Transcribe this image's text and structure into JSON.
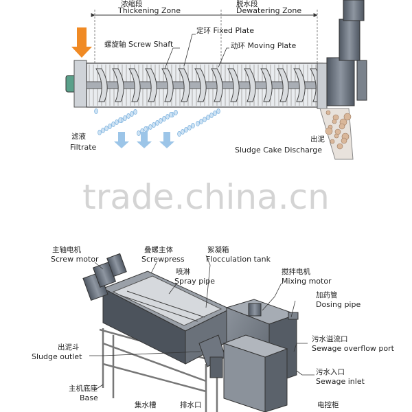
{
  "top": {
    "thickening_cn": "浓缩段",
    "thickening_en": "Thickening Zone",
    "dewatering_cn": "脱水段",
    "dewatering_en": "Dewatering Zone",
    "screw_shaft_cn": "螺旋轴",
    "screw_shaft_en": "Screw Shaft",
    "fixed_plate_cn": "定环",
    "fixed_plate_en": "Fixed Plate",
    "moving_plate_cn": "动环",
    "moving_plate_en": "Moving Plate",
    "filtrate_cn": "滤液",
    "filtrate_en": "Filtrate",
    "cake_cn": "出泥",
    "cake_en": "Sludge Cake Discharge"
  },
  "watermark": "trade.china.cn",
  "bottom": {
    "screw_motor_cn": "主轴电机",
    "screw_motor_en": "Screw motor",
    "screwpress_cn": "叠螺主体",
    "screwpress_en": "Screwpress",
    "flocculation_cn": "絮凝箱",
    "flocculation_en": "Flocculation tank",
    "spray_cn": "喷淋",
    "spray_en": "Spray pipe",
    "mixing_cn": "搅拌电机",
    "mixing_en": "Mixing motor",
    "dosing_cn": "加药管",
    "dosing_en": "Dosing pipe",
    "sludge_outlet_cn": "出泥斗",
    "sludge_outlet_en": "Sludge outlet",
    "overflow_cn": "污水溢流口",
    "overflow_en": "Sewage overflow port",
    "inlet_cn": "污水入口",
    "inlet_en": "Sewage inlet",
    "base_cn": "主机底座",
    "base_en": "Base",
    "collect_cn": "集水槽",
    "drain_cn": "排水口",
    "cabinet_cn": "电控柜"
  },
  "colors": {
    "arrow_orange": "#f08a24",
    "drop_blue": "#7fb4e0",
    "metal_dark": "#6c7480",
    "metal_light": "#b9bec6"
  }
}
